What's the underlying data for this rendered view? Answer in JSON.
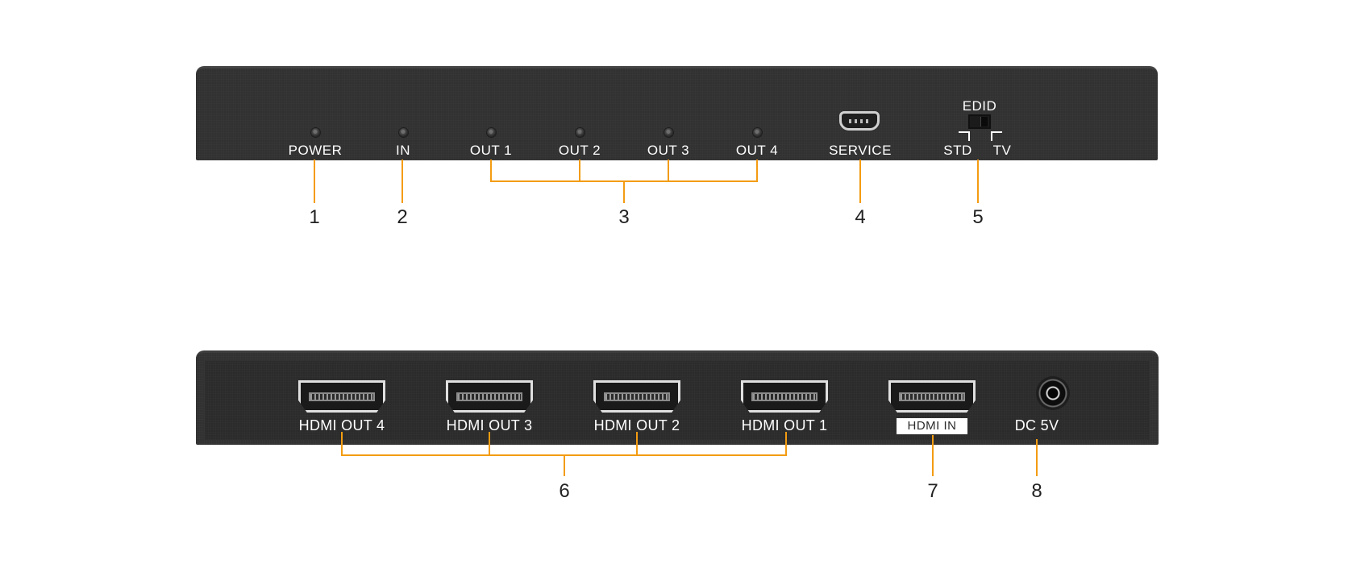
{
  "front_panel": {
    "indicators": [
      {
        "id": "power",
        "label": "POWER"
      },
      {
        "id": "in",
        "label": "IN"
      },
      {
        "id": "out1",
        "label": "OUT 1"
      },
      {
        "id": "out2",
        "label": "OUT 2"
      },
      {
        "id": "out3",
        "label": "OUT 3"
      },
      {
        "id": "out4",
        "label": "OUT 4"
      }
    ],
    "service_label": "SERVICE",
    "edid": {
      "title": "EDID",
      "left": "STD",
      "right": "TV"
    }
  },
  "rear_panel": {
    "hdmi_outputs": [
      "HDMI OUT 4",
      "HDMI OUT 3",
      "HDMI OUT 2",
      "HDMI OUT 1"
    ],
    "hdmi_input_label": "HDMI IN",
    "power_label": "DC 5V"
  },
  "callouts": [
    "1",
    "2",
    "3",
    "4",
    "5",
    "6",
    "7",
    "8"
  ],
  "colors": {
    "callout": "#f39c12",
    "device": "#313131",
    "label_text": "#ffffff"
  }
}
